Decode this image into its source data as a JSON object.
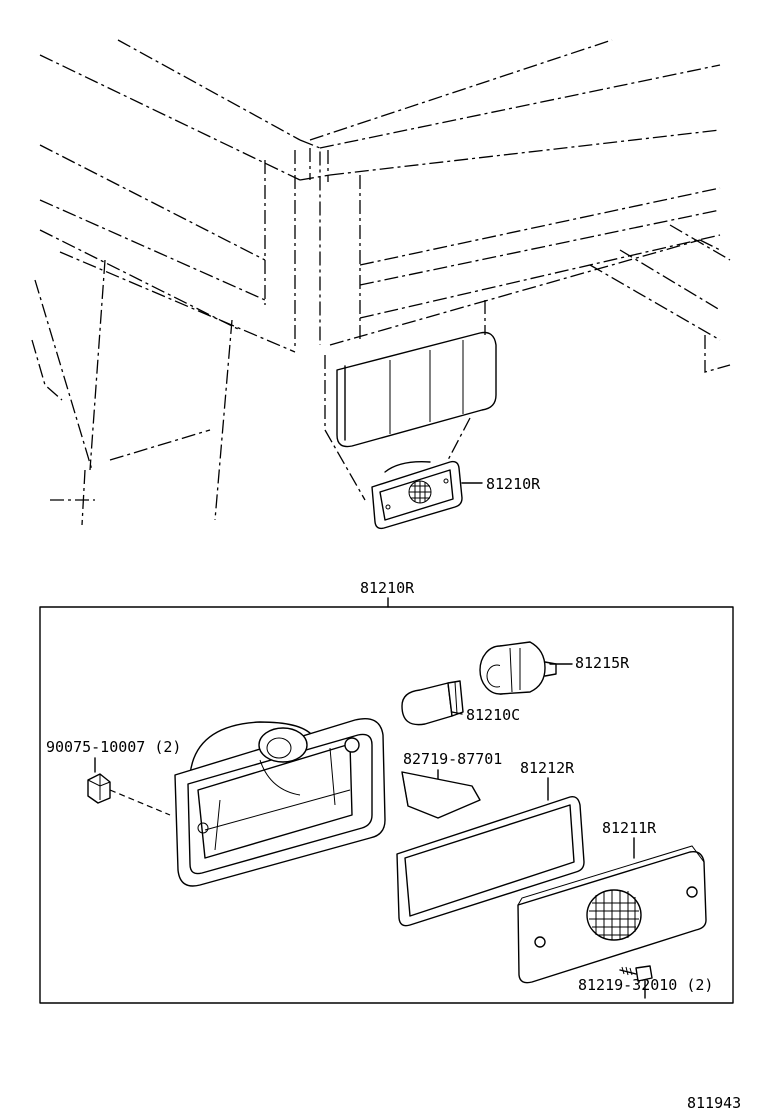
{
  "labels": {
    "top_callout": "81210R",
    "box_title": "81210R",
    "socket": "81215R",
    "bulb": "81210C",
    "clip": "90075-10007 (2)",
    "reflector": "82719-87701",
    "gasket": "81212R",
    "lens": "81211R",
    "screw": "81219-32010 (2)",
    "diagram_code": "811943"
  }
}
